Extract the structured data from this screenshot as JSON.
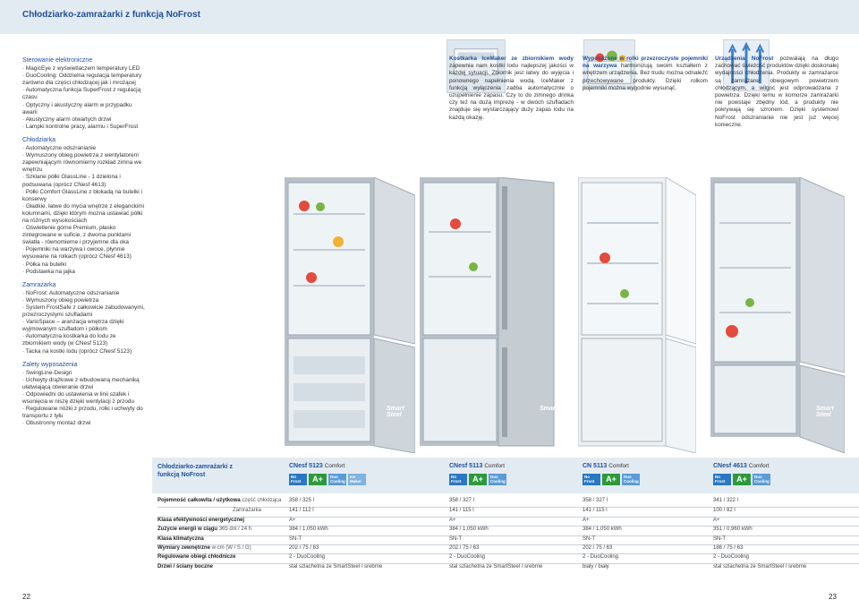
{
  "header": {
    "title": "Chłodziarko-zamrażarki z funkcją NoFrost"
  },
  "left": {
    "sections": [
      {
        "title": "Sterowanie elektroniczne",
        "items": [
          "MagicEye z wyświetlaczem temperatury LED",
          "DuoCooling: Oddzielna regulacja temperatury zarówno dla części chłodzącej jak i mrożącej",
          "Automatyczna funkcja SuperFrost z regulacją czasu",
          "Optyczny i akustyczny alarm w przypadku awarii",
          "Akustyczny alarm otwartych drzwi",
          "Lampki kontrolne pracy, alarmu i SuperFrost"
        ]
      },
      {
        "title": "Chłodziarka",
        "items": [
          "Automatyczne odszranianie",
          "Wymuszony obieg powietrza z wentylatorem zapewniającym równomierny rozkład zimna we wnętrzu",
          "Szklane półki GlassLine - 1 dzielona i podsuwana (oprócz CNesf 4613)",
          "Półki Comfort GlassLine z blokadą na butelki i konserwy",
          "Gładkie, łatwe do mycia wnętrze z eleganckimi kolumnami, dzięki którym można ustawiać półki na różnych wysokościach",
          "Oświetlenie górne Premium, płasko zintegrowane w suficie, z dwoma punktami światła - równomierne i przyjemne dla oka",
          "Pojemniki na warzywa i owoce, płynnie wysuwane na rolkach (oprócz CNesf 4613)",
          "Półka na butelki",
          "Podstawka na jajka"
        ]
      },
      {
        "title": "Zamrażarka",
        "items": [
          "NoFrost: Automatyczne odszranianie",
          "Wymuszony obieg powietrza",
          "System FrostSafe z całkowicie zabudowanymi, przezroczystymi szufladami",
          "VarioSpace – aranżacja wnętrza dzięki wyjmowanym szufladom i półkom",
          "Automatyczna kostkarka do lodu ze zbiornikiem wody (w CNesf 5123)",
          "Tacka na kostki lodu (oprócz CNesf 5123)"
        ]
      },
      {
        "title": "Zalety wyposażenia",
        "items": [
          "SwingLine-Design",
          "Uchwyty drążkowe z wbudowaną mechaniką ułatwiającą otwieranie drzwi",
          "Odpowiedni do ustawienia w linii szafek i wsunięcia w niszę dzięki wentylacji z przodu",
          "Regulowane nóżki z przodu, rolki i uchwyty do transportu z tyłu",
          "Obustronny montaż drzwi"
        ]
      }
    ]
  },
  "features": [
    {
      "title": "Kostkarka IceMaker ze zbiornikiem wody",
      "text": "zapewnia nam kostki lodu najlepszej jakości w każdej sytuacji. Zbiornik jest łatwy do wyjęcia i ponownego napełnienia wodą. IceMaker z funkcją wyłączenia zadba automatycznie o uzupełnienie zapasu. Czy to do zimnego drinka czy też na dużą imprezę - w dwóch szufladach znajduje się wystarczający duży zapas lodu na każdą okazję."
    },
    {
      "title": "Wyposażone w rolki przezroczyste pojemniki na warzywa",
      "text": "harmonizują swoim kształtem z wnętrzem urządzenia. Bez trudu można odnaleźć przechowywane produkty. Dzięki rolkom pojemniki można wygodnie wysunąć."
    },
    {
      "title": "Urządzenia NoFrost",
      "text": "pozwalają na długo zachować świeżość produktów dzięki doskonałej wydajności chłodzenia. Produkty w zamrażarce są zamrażane obiegowym powietrzem chłodzącym, a wilgoć jest odprowadzana z powietrza. Dzięki temu w komorze zamrażarki nie powstaje zbędny lód, a produkty nie pokrywają się szronem. Dzięki systemowi NoFrost odszranianie nie jest już więcej konieczne."
    }
  ],
  "fridges": [
    {
      "brand_label": "Smart Steel"
    },
    {
      "brand_label": "Smart Steel"
    },
    {
      "brand_label": ""
    },
    {
      "brand_label": "Smart Steel"
    }
  ],
  "spec": {
    "heading": "Chłodziarko-zamrażarki z funkcją NoFrost",
    "models": [
      {
        "name": "CNesf 5123",
        "line": "Comfort",
        "badges": [
          "No Frost",
          "A+",
          "Duo Cooling",
          "Ice Maker"
        ]
      },
      {
        "name": "CNesf 5113",
        "line": "Comfort",
        "badges": [
          "No Frost",
          "A+",
          "Duo Cooling"
        ]
      },
      {
        "name": "CN 5113",
        "line": "Comfort",
        "badges": [
          "No Frost",
          "A+",
          "Duo Cooling"
        ]
      },
      {
        "name": "CNesf 4613",
        "line": "Comfort",
        "badges": [
          "No Frost",
          "A+",
          "Duo Cooling"
        ]
      }
    ],
    "rows": [
      {
        "label": "Pojemność całkowita / użytkowa",
        "sub": "część chłodząca",
        "values": [
          "358 / 325 l",
          "358 / 327 l",
          "358 / 327 l",
          "341 / 322 l"
        ]
      },
      {
        "label": "",
        "sub": "Zamrażarka",
        "values": [
          "141 / 112 l",
          "141 / 115 l",
          "141 / 115 l",
          "100 / 82 l"
        ]
      },
      {
        "label": "Klasa efektywności energetycznej",
        "sub": "",
        "values": [
          "A+",
          "A+",
          "A+",
          "A+"
        ]
      },
      {
        "label": "Zużycie energii w ciągu",
        "sub": "365 dni / 24 h",
        "values": [
          "384 / 1,050 kWh",
          "384 / 1,050 kWh",
          "384 / 1,050 kWh",
          "351 / 0,960 kWh"
        ]
      },
      {
        "label": "Klasa klimatyczna",
        "sub": "",
        "values": [
          "SN-T",
          "SN-T",
          "SN-T",
          "SN-T"
        ]
      },
      {
        "label": "Wymiary zewnętrzne",
        "sub": "w cm (W / S / G)",
        "values": [
          "202 / 75 / 63",
          "202 / 75 / 63",
          "202 / 75 / 63",
          "186 / 75 / 63"
        ]
      },
      {
        "label": "Regulowane obiegi chłodnicze",
        "sub": "",
        "values": [
          "2 - DuoCooling",
          "2 - DuoCooling",
          "2 - DuoCooling",
          "2 - DuoCooling"
        ]
      },
      {
        "label": "Drzwi / ściany boczne",
        "sub": "",
        "values": [
          "stal szlachetna ze SmartSteel / srebrne",
          "stal szlachetna ze SmartSteel / srebrne",
          "biały / biały",
          "stal szlachetna ze SmartSteel / srebrne"
        ]
      }
    ]
  },
  "pages": {
    "left": "22",
    "right": "23"
  }
}
